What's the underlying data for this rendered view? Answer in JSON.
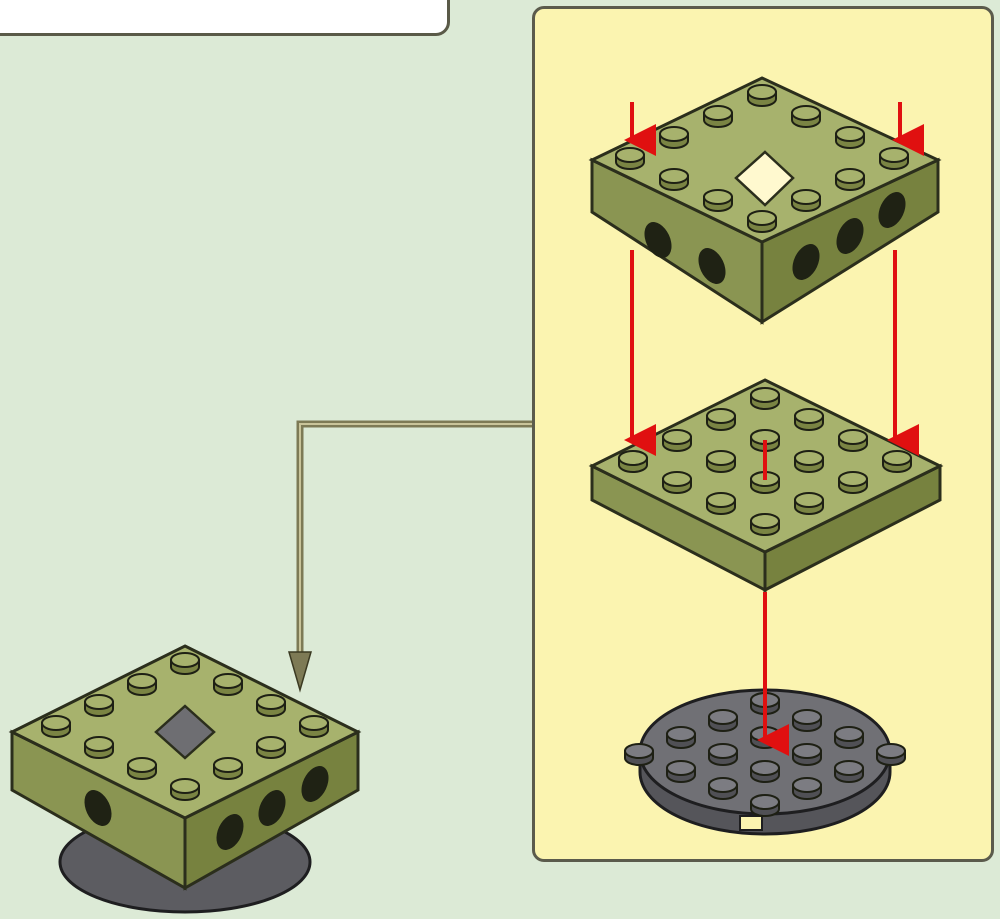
{
  "step_box": {
    "label": "",
    "fill": "#ffffff",
    "border": "#5a5a48"
  },
  "callout": {
    "fill": "#fbf4b0",
    "border": "#5b5b4c",
    "parts": [
      {
        "name": "technic-brick-4x4-open-center",
        "color": "#9aa562"
      },
      {
        "name": "plate-4x4",
        "color": "#9aa562"
      },
      {
        "name": "round-plate-4x4",
        "color": "#6e6e72"
      }
    ],
    "arrow_color": "#e01010"
  },
  "result": {
    "name": "assembled-turntable-base",
    "color": "#9aa562",
    "base_color": "#6e6e72"
  },
  "connector": {
    "color": "#7d7a55"
  },
  "colors": {
    "background": "#dcead6",
    "outline": "#2b2e1c",
    "brick": "#9aa562",
    "gray": "#6e6e72"
  }
}
